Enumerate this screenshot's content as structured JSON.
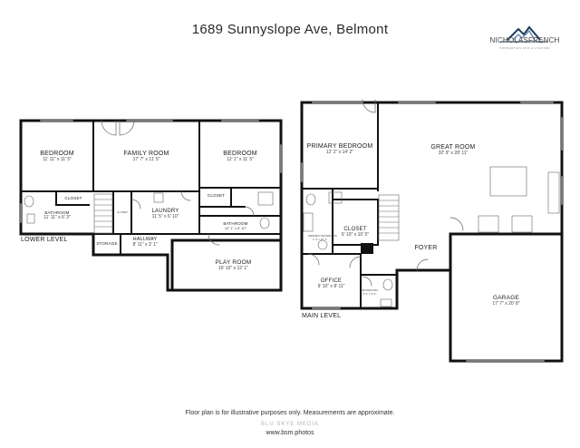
{
  "title": "1689 Sunnyslope Ave, Belmont",
  "logo": {
    "name": "NICHOLASFRENCH",
    "subtitle": "PROPERTIES FOR A LIFETIME"
  },
  "lower_level": {
    "label": "LOWER LEVEL",
    "rooms": {
      "bedroom_left": {
        "name": "BEDROOM",
        "dims": "11' 11\" x 11' 5\""
      },
      "family_room": {
        "name": "FAMILY ROOM",
        "dims": "17' 7\" x 11' 5\""
      },
      "bedroom_right": {
        "name": "BEDROOM",
        "dims": "12' 1\" x 11' 5\""
      },
      "closet_left": {
        "name": "CLOSET"
      },
      "closet_right": {
        "name": "CLOSET"
      },
      "closet_small": {
        "name": "CLOSET"
      },
      "bathroom_left": {
        "name": "BATHROOM",
        "dims": "11' 11\" x 6' 3\""
      },
      "laundry": {
        "name": "LAUNDRY",
        "dims": "11' 5\" x 6' 10\""
      },
      "bathroom_right": {
        "name": "BATHROOM",
        "dims": "12' 1\" x 6' 10\""
      },
      "storage": {
        "name": "STORAGE"
      },
      "hallway": {
        "name": "HALLWAY",
        "dims": "8' 11\" x 3' 1\""
      },
      "play_room": {
        "name": "PLAY ROOM",
        "dims": "16' 10\" x 12' 1\""
      }
    }
  },
  "main_level": {
    "label": "MAIN LEVEL",
    "rooms": {
      "primary_bedroom": {
        "name": "PRIMARY BEDROOM",
        "dims": "12' 2\" x 14' 2\""
      },
      "great_room": {
        "name": "GREAT ROOM",
        "dims": "32' 9\" x 28' 11\""
      },
      "primary_bathroom": {
        "name": "PRIMARY BATHROOM",
        "dims": "7' 3\" x 12' 7\""
      },
      "closet": {
        "name": "CLOSET",
        "dims": "6' 10\" x 10' 5\""
      },
      "foyer": {
        "name": "FOYER"
      },
      "office": {
        "name": "OFFICE",
        "dims": "9' 10\" x 8' 11\""
      },
      "bathroom": {
        "name": "BATHROOM",
        "dims": "5' 3\" x 5' 2\""
      },
      "garage": {
        "name": "GARAGE",
        "dims": "17' 7\" x 20' 8\""
      }
    }
  },
  "footer": {
    "disclaimer": "Floor plan is for illustrative purposes only. Measurements are approximate.",
    "brand": "BLU SKYE MEDIA",
    "url": "www.bsm.photos"
  },
  "colors": {
    "wall": "#111111",
    "thin_line": "#666666",
    "window": "#9a9a9a",
    "text": "#222222"
  }
}
